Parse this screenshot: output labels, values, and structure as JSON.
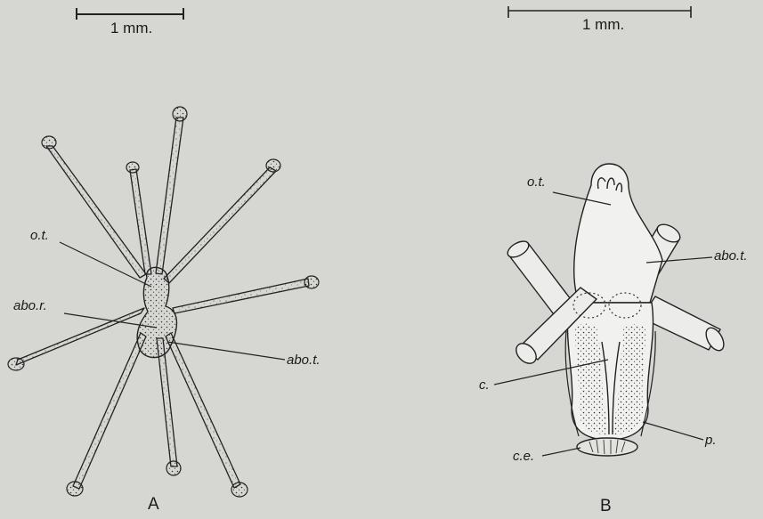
{
  "panel_a": {
    "scale_label": "1 mm.",
    "panel_label": "A",
    "labels": {
      "ot": "o.t.",
      "abo_r": "abo.r.",
      "abo_t": "abo.t."
    }
  },
  "panel_b": {
    "scale_label": "1 mm.",
    "panel_label": "B",
    "labels": {
      "ot": "o.t.",
      "abo_t": "abo.t.",
      "c": "c.",
      "p": "p.",
      "ce": "c.e."
    }
  }
}
